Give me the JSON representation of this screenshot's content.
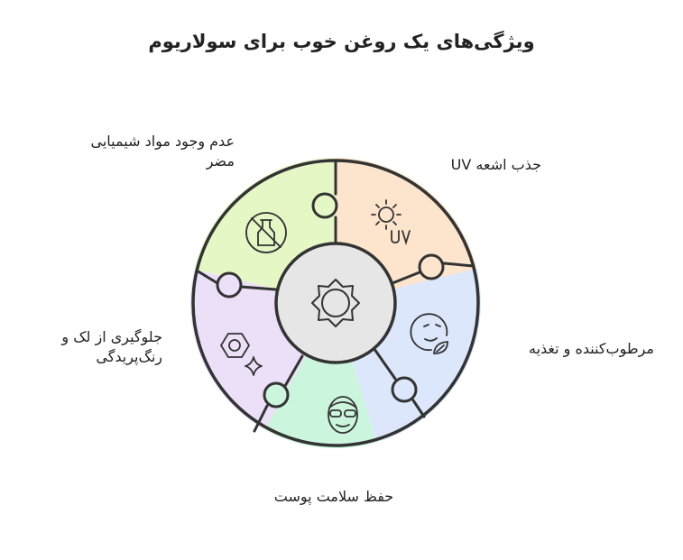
{
  "title": "ویژگی‌های یک روغن خوب برای سولاریوم",
  "center_icon": "sun-gear-icon",
  "segments": [
    {
      "id": "uv",
      "label": "جذب اشعه UV",
      "icon": "sun-uv-icon",
      "color": "#fde4cc"
    },
    {
      "id": "moisturizing",
      "label": "مرطوب‌کننده و تغذیه",
      "icon": "face-leaf-icon",
      "color": "#dce7fb"
    },
    {
      "id": "skin-health",
      "label": "حفظ سلامت پوست",
      "icon": "face-goggles-icon",
      "color": "#ccf5dd"
    },
    {
      "id": "anti-stain",
      "label_line1": "جلوگیری از لک و",
      "label_line2": "رنگ‌پریدگی",
      "icon": "hexagon-sparkle-icon",
      "color": "#ece0f8"
    },
    {
      "id": "no-chemicals",
      "label_line1": "عدم وجود مواد شیمیایی",
      "label_line2": "مضر",
      "icon": "no-bottle-icon",
      "color": "#e6f7c6"
    }
  ]
}
